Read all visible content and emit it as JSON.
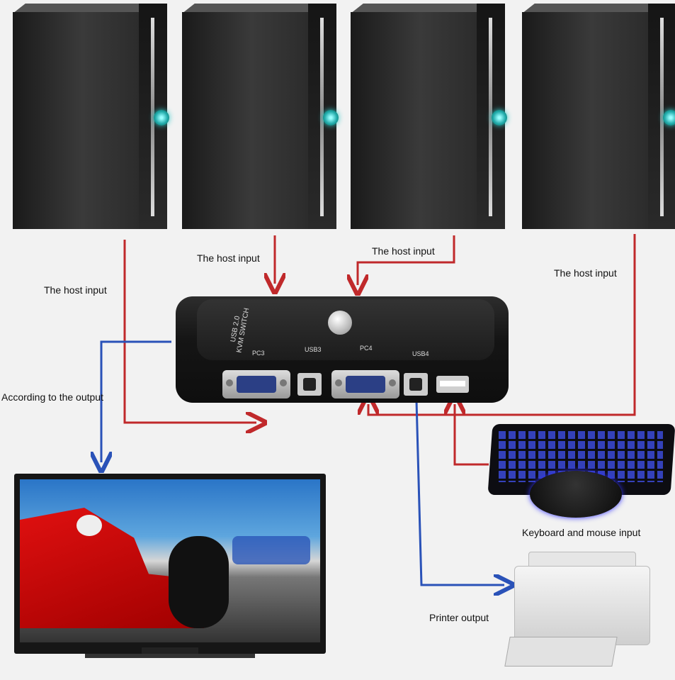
{
  "labels": {
    "host_input_left": "The host input",
    "host_input_2": "The host input",
    "host_input_3": "The host input",
    "host_input_right": "The host input",
    "according_output": "According to the output",
    "keyboard_mouse": "Keyboard and mouse input",
    "printer_output": "Printer output"
  },
  "switch": {
    "title_line1": "USB 2.0",
    "title_line2": "KVM SWITCH",
    "pc3": "PC3",
    "usb3": "USB3",
    "pc4": "PC4",
    "usb4": "USB4"
  },
  "colors": {
    "host_line": "#c0292b",
    "output_line": "#2a52b8",
    "background": "#f2f2f2"
  },
  "icons": [
    "computer-tower-icon",
    "kvm-switch-icon",
    "monitor-icon",
    "keyboard-icon",
    "mouse-icon",
    "printer-icon"
  ]
}
